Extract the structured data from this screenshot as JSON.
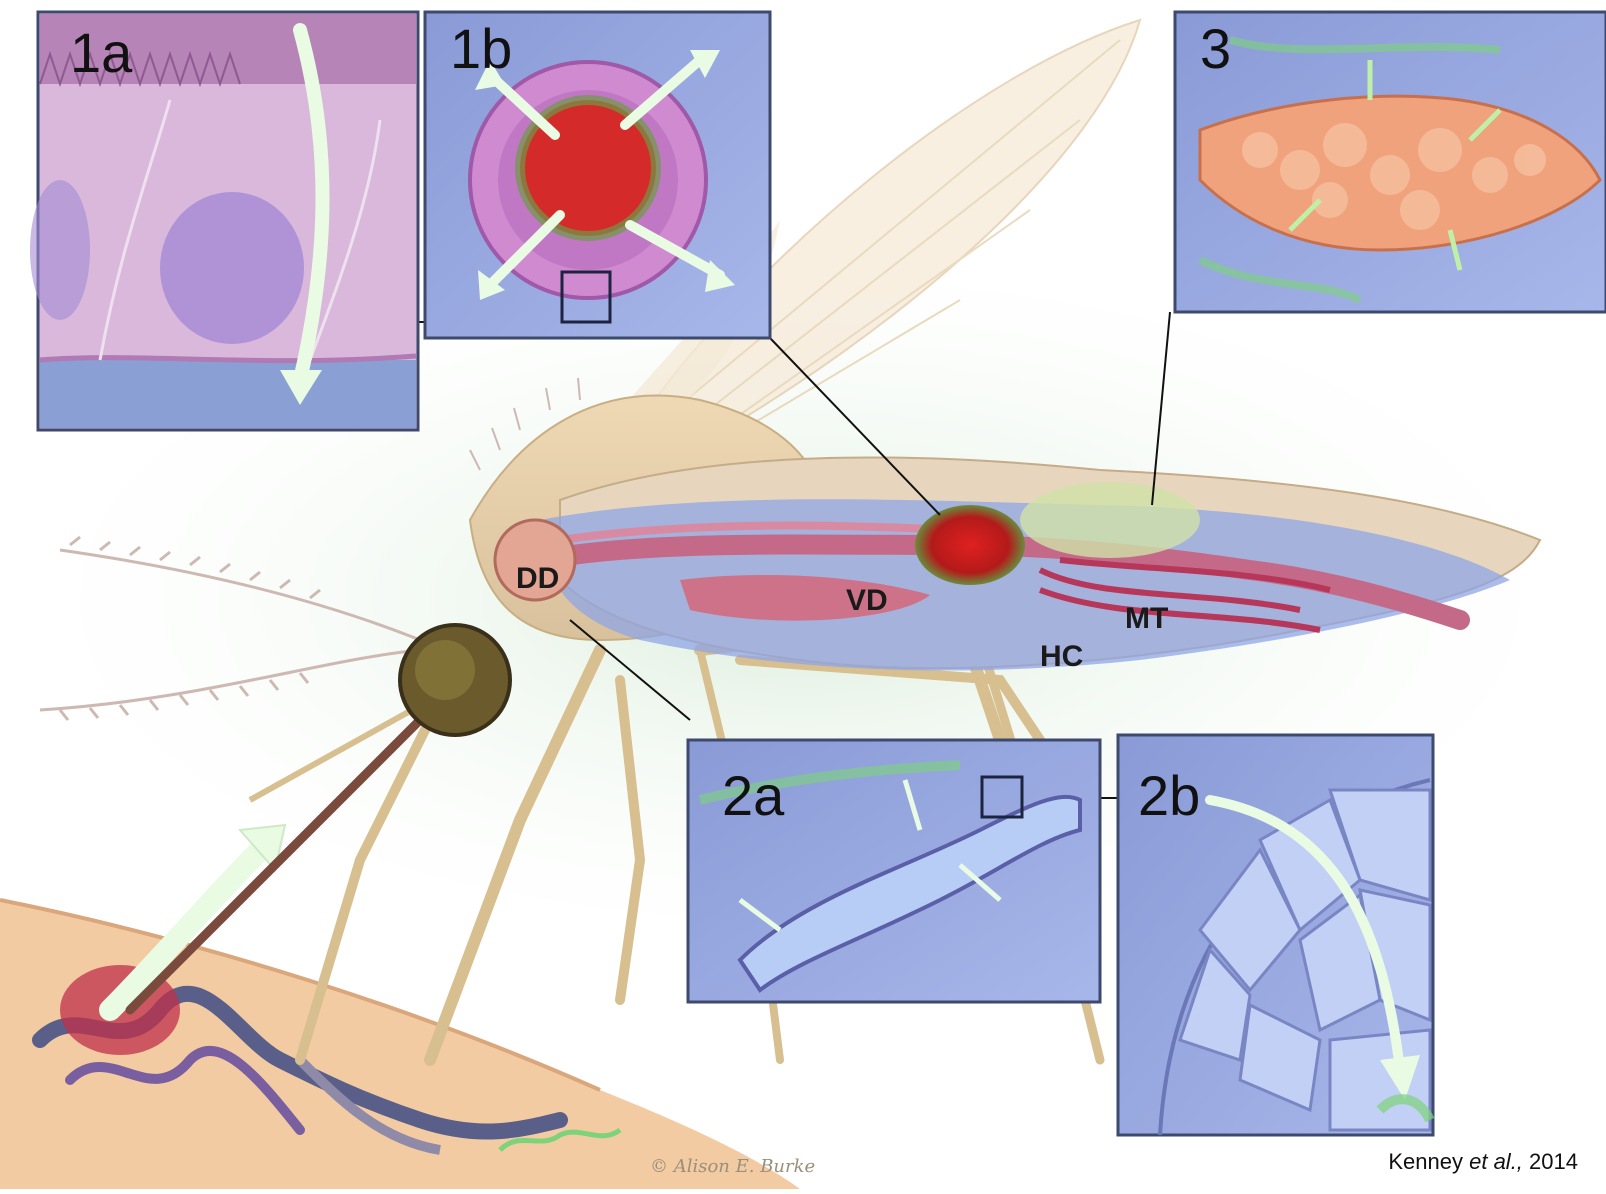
{
  "insets": {
    "i1a": "1a",
    "i1b": "1b",
    "i2a": "2a",
    "i2b": "2b",
    "i3": "3"
  },
  "organs": {
    "dd": "DD",
    "vd": "VD",
    "hc": "HC",
    "mt": "MT"
  },
  "credit": {
    "author": "Kenney",
    "etal": "et al.,",
    "year": "2014"
  },
  "artist_signature": "© Alison E. Burke",
  "colors": {
    "inset_frame": "#3d4a6e",
    "arrow": "#eafbe4",
    "pathogen_green": "#7cd37a",
    "hemolymph_blue": "#8fa6e6",
    "skin": "#f3cba3"
  }
}
